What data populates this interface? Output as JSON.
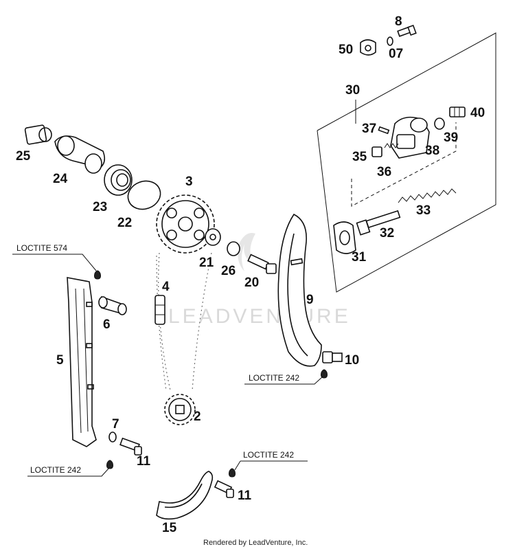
{
  "watermark": "LEADVENTURE",
  "credit": "Rendered by LeadVenture, Inc.",
  "notes": {
    "loctite_574": "LOCTITE 574",
    "loctite_242_right": "LOCTITE 242",
    "loctite_242_left": "LOCTITE 242",
    "loctite_242_bottom": "LOCTITE 242"
  },
  "callouts": {
    "n2": "2",
    "n3": "3",
    "n4": "4",
    "n5": "5",
    "n6": "6",
    "n7": "7",
    "n8": "8",
    "n9": "9",
    "n10": "10",
    "n11a": "11",
    "n11b": "11",
    "n15": "15",
    "n20": "20",
    "n21": "21",
    "n22": "22",
    "n23": "23",
    "n24": "24",
    "n25": "25",
    "n26": "26",
    "n30": "30",
    "n31": "31",
    "n32": "32",
    "n33": "33",
    "n35": "35",
    "n36": "36",
    "n37": "37",
    "n38": "38",
    "n39": "39",
    "n40": "40",
    "n50": "50",
    "n07": "07"
  }
}
